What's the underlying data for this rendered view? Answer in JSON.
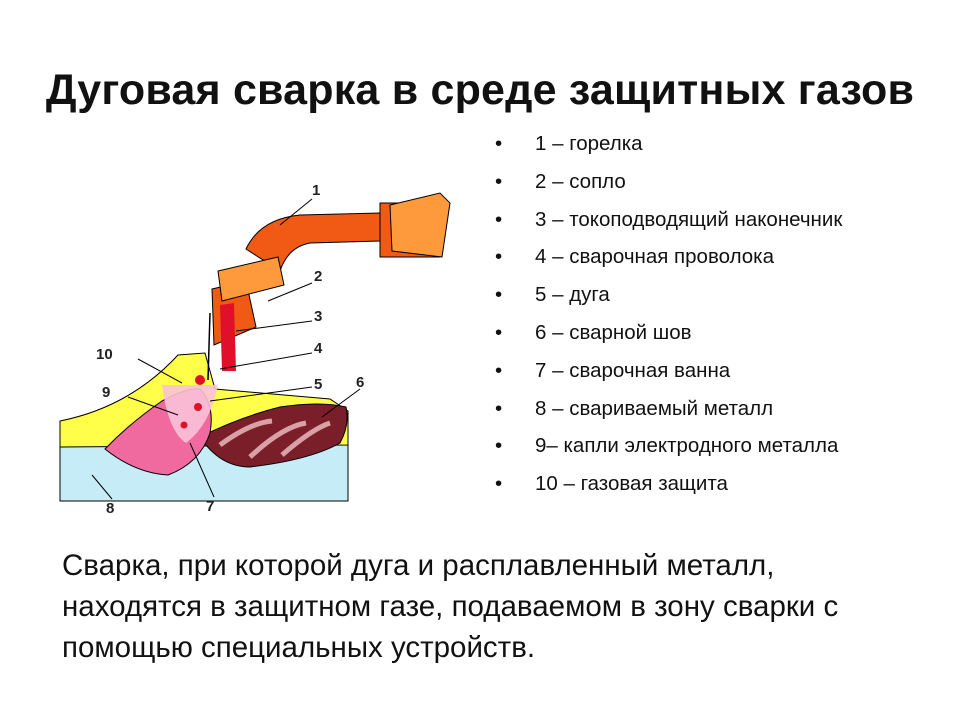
{
  "title": "Дуговая сварка в среде защитных газов",
  "legend": [
    {
      "bullet": "•",
      "text": "1 – горелка"
    },
    {
      "bullet": "•",
      "text": "2 – сопло"
    },
    {
      "bullet": "•",
      "text": "3 – токоподводящий наконечник"
    },
    {
      "bullet": "•",
      "text": "4 – сварочная проволока"
    },
    {
      "bullet": "•",
      "text": "5 – дуга"
    },
    {
      "bullet": "•",
      "text": "6 – сварной шов"
    },
    {
      "bullet": "•",
      "text": "7 – сварочная ванна"
    },
    {
      "bullet": "•",
      "text": "8 – свариваемый металл"
    },
    {
      "bullet": "•",
      "text": "9– капли электродного металла"
    },
    {
      "bullet": "•",
      "text": "10 – газовая защита"
    }
  ],
  "description": "Сварка, при которой дуга и расплавленный металл, находятся в защитном газе, подаваемом в зону сварки с помощью специальных устройств.",
  "diagram_labels": {
    "n1": "1",
    "n2": "2",
    "n3": "3",
    "n4": "4",
    "n5": "5",
    "n6": "6",
    "n7": "7",
    "n8": "8",
    "n9": "9",
    "n10": "10"
  },
  "colors": {
    "torch_orange": "#f05a14",
    "torch_light": "#ff9a3c",
    "gas_yellow": "#ffff4a",
    "base_metal_blue": "#c6ecf8",
    "pool_pink": "#f06aa0",
    "weld_bead_dark": "#7a1f2a",
    "droplet_red": "#e0102a"
  }
}
